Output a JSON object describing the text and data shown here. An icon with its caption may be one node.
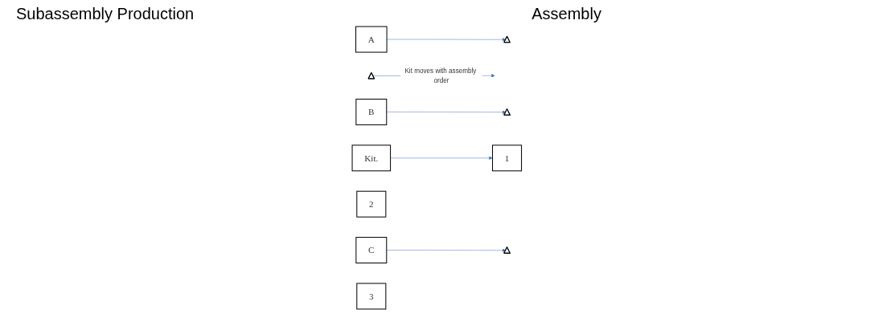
{
  "diagram": {
    "nodes": [
      {
        "text": [
          "A"
        ]
      },
      {
        "text": [],
        "shape": "triangle"
      },
      {
        "text": [
          "1"
        ]
      },
      {
        "text": [],
        "shape": "triangle"
      },
      {
        "text": [
          "B"
        ]
      },
      {
        "text": [],
        "shape": "triangle"
      },
      {
        "text": [
          "Kit."
        ]
      },
      {
        "text": [
          "2"
        ]
      },
      {
        "text": [
          "C"
        ]
      },
      {
        "text": [],
        "shape": "triangle"
      },
      {
        "text": [
          "3"
        ]
      }
    ],
    "edges": [
      {
        "from": 0,
        "to": 1,
        "arrow": "to"
      },
      {
        "from": 4,
        "to": 5,
        "arrow": "to"
      },
      {
        "from": 8,
        "to": 9,
        "arrow": "to"
      },
      {
        "from": 6,
        "to": 2,
        "arrow": "to"
      },
      {
        "from": 3,
        "to": null,
        "arrow": "to",
        "label": "Kit moves with assembly order"
      }
    ],
    "labels": [
      "Subassembly Production",
      "Assembly"
    ]
  }
}
